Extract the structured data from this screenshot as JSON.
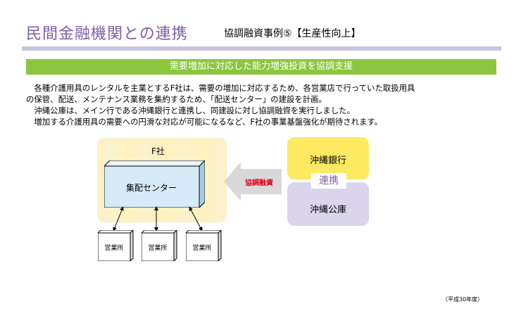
{
  "header": {
    "title": "民間金融機関との連携",
    "subtitle": "協調融資事例⑤【生産性向上】"
  },
  "banner": {
    "text": "需要増加に対応した能力増強投資を協調支援"
  },
  "body": {
    "lines": [
      "　各種介護用具のレンタルを主業とするF社は、需要の増加に対応するため、各営業店で行っていた取扱用具",
      "の保管、配送、メンテナンス業務を集約するため、「配送センター」の建設を計画。",
      "　沖縄公庫は、メイン行である沖縄銀行と連携し、同建設に対し協調融資を実行しました。",
      "　増加する介護用具の需要への円滑な対応が可能になるなど、F社の事業基盤強化が期待されます。"
    ]
  },
  "diagram": {
    "company_label": "F社",
    "center_label": "集配センター",
    "office_labels": [
      "営業所",
      "営業所",
      "営業所"
    ],
    "arrow_label": "協調融資",
    "bank_top": "沖縄銀行",
    "bank_bottom": "沖縄公庫",
    "link_label": "連携"
  },
  "footnote": "（平成30年度）",
  "colors": {
    "title": "#7b5ea7",
    "banner": "#8cc63f",
    "center_box": "#d6eaf8",
    "bank_top": "#fde962",
    "bank_bottom": "#dad5ea",
    "arrow": "#d9d9d9",
    "arrow_text": "#e4001b"
  }
}
